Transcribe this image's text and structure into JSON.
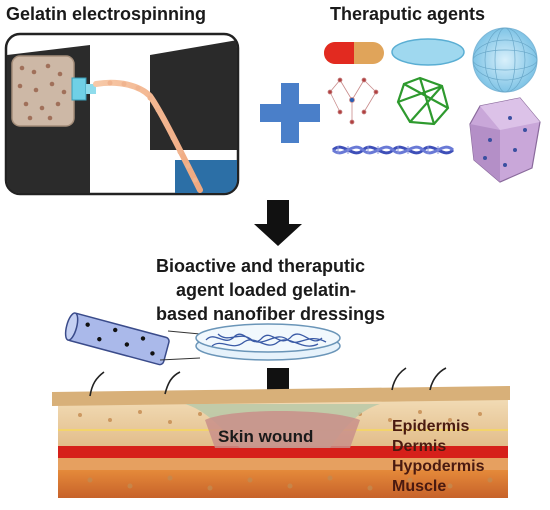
{
  "panels": {
    "electrospinning_title": "Gelatin electrospinning",
    "agents_title": "Theraputic agents"
  },
  "caption": {
    "line1": "Bioactive and theraputic",
    "line2": "agent loaded gelatin-",
    "line3": "based nanofiber dressings"
  },
  "wound": {
    "label": "Skin wound"
  },
  "layers": {
    "epidermis": "Epidermis",
    "dermis": "Dermis",
    "hypodermis": "Hypodermis",
    "muscle": "Muscle"
  },
  "colors": {
    "plus": "#4a7fc9",
    "arrow": "#111111",
    "dermis_red": "#d6201a",
    "epidermis_tan": "#e8c79a",
    "fiber_blue": "#3a5aa6"
  }
}
